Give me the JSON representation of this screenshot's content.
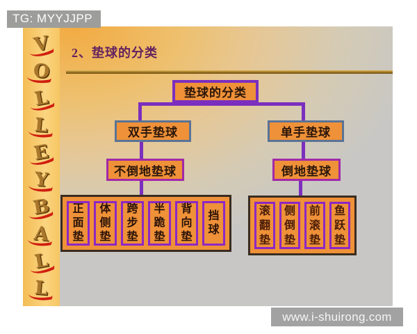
{
  "overlays": {
    "top_left": "TG: MYYJJPP",
    "bottom_right": "www.i-shuirong.com"
  },
  "sidebar": {
    "word": "VOLLEYBALL",
    "letters": [
      "V",
      "O",
      "L",
      "L",
      "E",
      "Y",
      "B",
      "A",
      "L",
      "L"
    ]
  },
  "slide": {
    "title": "2、垫球的分类"
  },
  "tree": {
    "root": "垫球的分类",
    "branches": [
      {
        "level2": "双手垫球",
        "level3": "不倒地垫球",
        "leaves": [
          "正面垫",
          "体侧垫",
          "跨步垫",
          "半跪垫",
          "背向垫",
          "挡球"
        ]
      },
      {
        "level2": "单手垫球",
        "level3": "倒地垫球",
        "leaves": [
          "滚翻垫",
          "侧倒垫",
          "前滚垫",
          "鱼跃垫"
        ]
      }
    ]
  },
  "colors": {
    "box-fill": "#ef9138",
    "connector": "#7b2fbe",
    "root-border": "#7b2fbe",
    "level2-border": "#5a7396",
    "level3-border": "#a129a8",
    "leaf-border": "#8d28c4",
    "group-border": "#3a2c20",
    "title-color": "#63225f",
    "rule-gold": "#a87f28",
    "strip-bg": "#f7c768",
    "letter-gold": "#a9772c",
    "swoosh-red": "#cf1f10",
    "watermark-bg": "#9d9d9b",
    "slide-gray": "#c8c7c5",
    "slide-orange": "#f2ab42"
  }
}
